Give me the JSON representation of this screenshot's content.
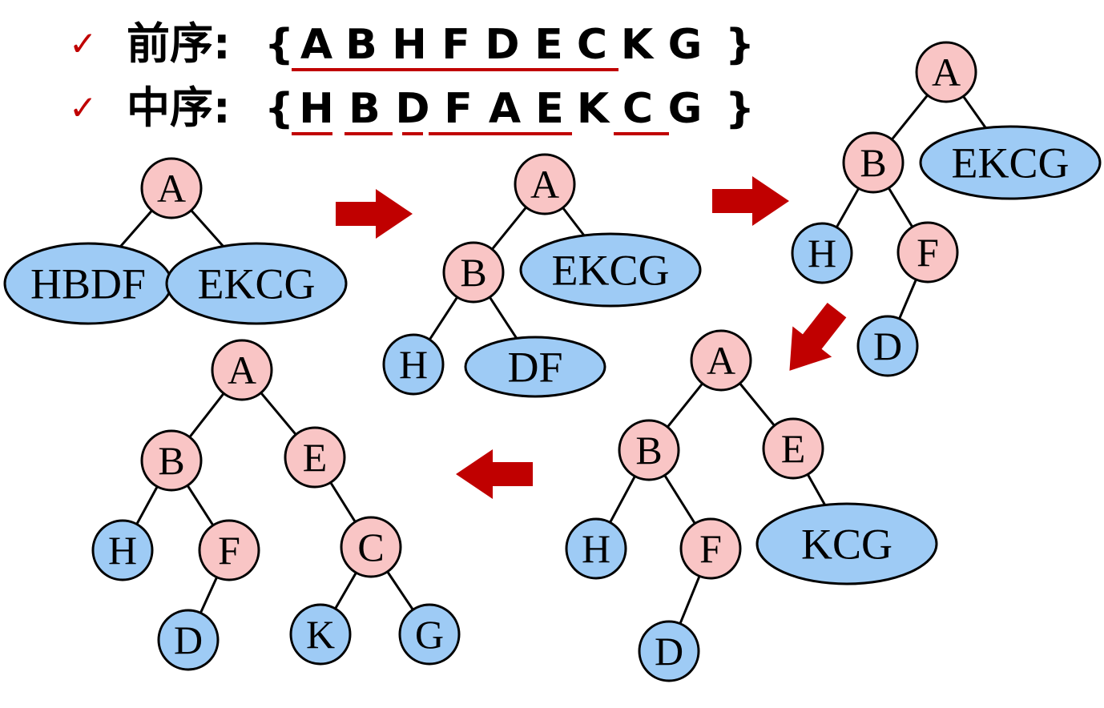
{
  "colors": {
    "check": "#c00000",
    "underline": "#c00000",
    "arrow": "#c00000",
    "node_pink": "#f9c5c5",
    "node_blue": "#9ecbf5",
    "stroke": "#000000"
  },
  "header": {
    "line1": {
      "check": "✓",
      "label": "前序:",
      "open": "{",
      "close": "}",
      "letters": [
        "A",
        "B",
        "H",
        "F",
        "D",
        "E",
        "C",
        "K",
        "G"
      ]
    },
    "line2": {
      "check": "✓",
      "label": "中序:",
      "open": "{",
      "close": "}",
      "letters": [
        "H",
        "B",
        "D",
        "F",
        "A",
        "E",
        "K",
        "C",
        "G"
      ]
    }
  },
  "trees": [
    {
      "id": "step1",
      "nodes": [
        {
          "text": "A",
          "kind": "circle",
          "color": "pink"
        },
        {
          "text": "HBDF",
          "kind": "ellipse",
          "color": "blue"
        },
        {
          "text": "EKCG",
          "kind": "ellipse",
          "color": "blue"
        }
      ]
    },
    {
      "id": "step2",
      "nodes": [
        {
          "text": "A",
          "kind": "circle",
          "color": "pink"
        },
        {
          "text": "B",
          "kind": "circle",
          "color": "pink"
        },
        {
          "text": "EKCG",
          "kind": "ellipse",
          "color": "blue"
        },
        {
          "text": "H",
          "kind": "circle",
          "color": "blue"
        },
        {
          "text": "DF",
          "kind": "ellipse",
          "color": "blue"
        }
      ]
    },
    {
      "id": "step3",
      "nodes": [
        {
          "text": "A",
          "kind": "circle",
          "color": "pink"
        },
        {
          "text": "B",
          "kind": "circle",
          "color": "pink"
        },
        {
          "text": "EKCG",
          "kind": "ellipse",
          "color": "blue"
        },
        {
          "text": "H",
          "kind": "circle",
          "color": "blue"
        },
        {
          "text": "F",
          "kind": "circle",
          "color": "pink"
        },
        {
          "text": "D",
          "kind": "circle",
          "color": "blue"
        }
      ]
    },
    {
      "id": "step4",
      "nodes": [
        {
          "text": "A",
          "kind": "circle",
          "color": "pink"
        },
        {
          "text": "B",
          "kind": "circle",
          "color": "pink"
        },
        {
          "text": "E",
          "kind": "circle",
          "color": "pink"
        },
        {
          "text": "H",
          "kind": "circle",
          "color": "blue"
        },
        {
          "text": "F",
          "kind": "circle",
          "color": "pink"
        },
        {
          "text": "KCG",
          "kind": "ellipse",
          "color": "blue"
        },
        {
          "text": "D",
          "kind": "circle",
          "color": "blue"
        }
      ]
    },
    {
      "id": "step5",
      "nodes": [
        {
          "text": "A",
          "kind": "circle",
          "color": "pink"
        },
        {
          "text": "B",
          "kind": "circle",
          "color": "pink"
        },
        {
          "text": "E",
          "kind": "circle",
          "color": "pink"
        },
        {
          "text": "H",
          "kind": "circle",
          "color": "blue"
        },
        {
          "text": "F",
          "kind": "circle",
          "color": "pink"
        },
        {
          "text": "C",
          "kind": "circle",
          "color": "pink"
        },
        {
          "text": "D",
          "kind": "circle",
          "color": "blue"
        },
        {
          "text": "K",
          "kind": "circle",
          "color": "blue"
        },
        {
          "text": "G",
          "kind": "circle",
          "color": "blue"
        }
      ]
    }
  ]
}
